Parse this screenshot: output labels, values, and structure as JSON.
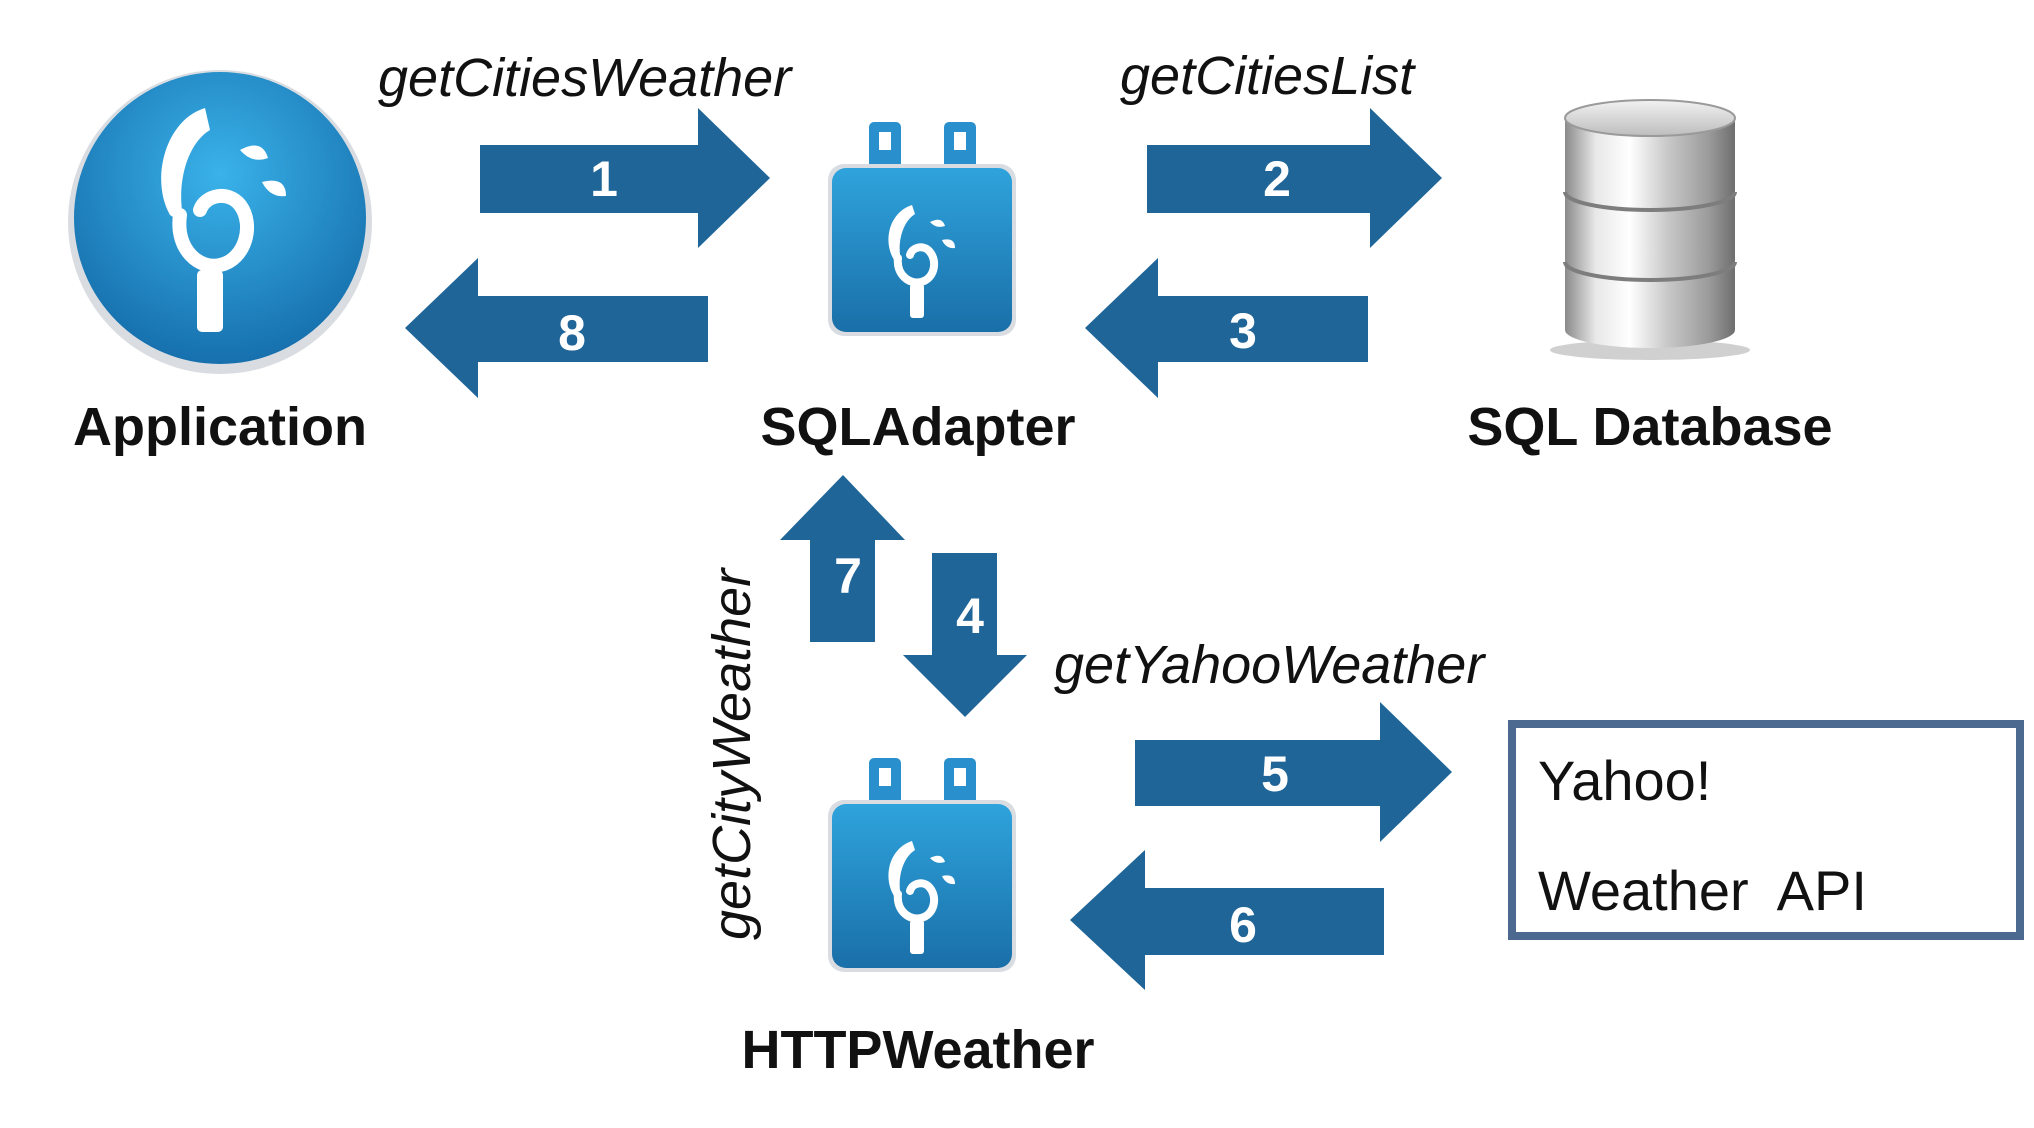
{
  "colors": {
    "arrow": "#1f6598",
    "accent": "#2a9dd8",
    "accent_dark": "#1a6fa8",
    "box_border": "#4c6a8f"
  },
  "nodes": {
    "application": {
      "label": "Application",
      "icon": "app-logo-icon"
    },
    "sql_adapter": {
      "label": "SQLAdapter",
      "icon": "adapter-plug-icon"
    },
    "sql_database": {
      "label": "SQL Database",
      "icon": "database-icon"
    },
    "http_weather": {
      "label": "HTTPWeather",
      "icon": "adapter-plug-icon"
    },
    "yahoo_api": {
      "line1": "Yahoo!",
      "line2": "Weather  API"
    }
  },
  "calls": {
    "get_cities_weather": "getCitiesWeather",
    "get_cities_list": "getCitiesList",
    "get_city_weather": "getCityWeather",
    "get_yahoo_weather": "getYahooWeather"
  },
  "steps": {
    "s1": "1",
    "s2": "2",
    "s3": "3",
    "s4": "4",
    "s5": "5",
    "s6": "6",
    "s7": "7",
    "s8": "8"
  }
}
